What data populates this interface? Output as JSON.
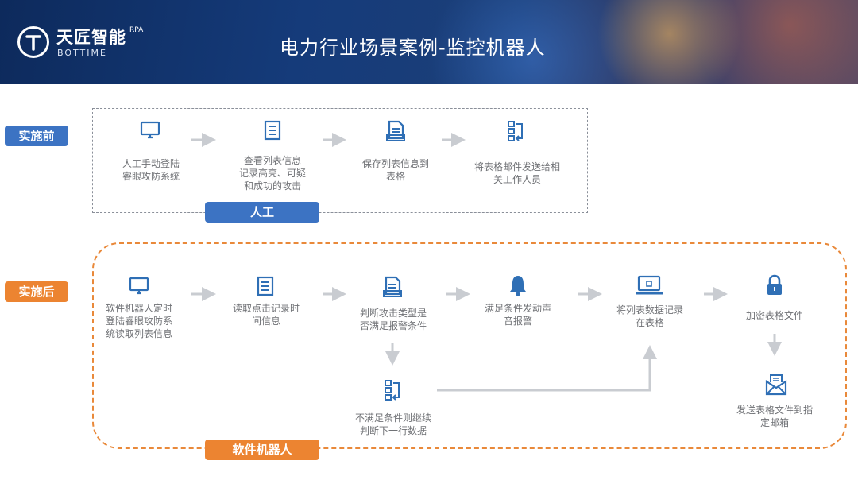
{
  "header": {
    "brand": "天匠智能",
    "brand_sup": "RPA",
    "brand_sub": "BOTTIME",
    "title": "电力行业场景案例-监控机器人"
  },
  "colors": {
    "blue": "#3c73c3",
    "orange": "#ec8431",
    "icon_blue": "#2f6fb5",
    "arrow_gray": "#c9ccd1",
    "text_gray": "#6f7175"
  },
  "before": {
    "tag": "实施前",
    "box_label": "人工",
    "steps": [
      {
        "icon": "monitor-icon",
        "text": "人工手动登陆\n睿眼攻防系统"
      },
      {
        "icon": "list-icon",
        "text": "查看列表信息\n记录高亮、可疑\n和成功的攻击"
      },
      {
        "icon": "document-icon",
        "text": "保存列表信息到\n表格"
      },
      {
        "icon": "flowchart-icon",
        "text": "将表格邮件发送给相\n关工作人员"
      }
    ]
  },
  "after": {
    "tag": "实施后",
    "box_label": "软件机器人",
    "steps": [
      {
        "icon": "monitor-icon",
        "text": "软件机器人定时\n登陆睿眼攻防系\n统读取列表信息"
      },
      {
        "icon": "list-icon",
        "text": "读取点击记录时\n间信息"
      },
      {
        "icon": "document-icon",
        "text": "判断攻击类型是\n否满足报警条件"
      },
      {
        "icon": "bell-icon",
        "text": "满足条件发动声\n音报警"
      },
      {
        "icon": "laptop-icon",
        "text": "将列表数据记录\n在表格"
      },
      {
        "icon": "lock-icon",
        "text": "加密表格文件"
      },
      {
        "icon": "flowchart-icon",
        "text": "不满足条件则继续\n判断下一行数据"
      },
      {
        "icon": "envelope-icon",
        "text": "发送表格文件到指\n定邮箱"
      }
    ]
  }
}
